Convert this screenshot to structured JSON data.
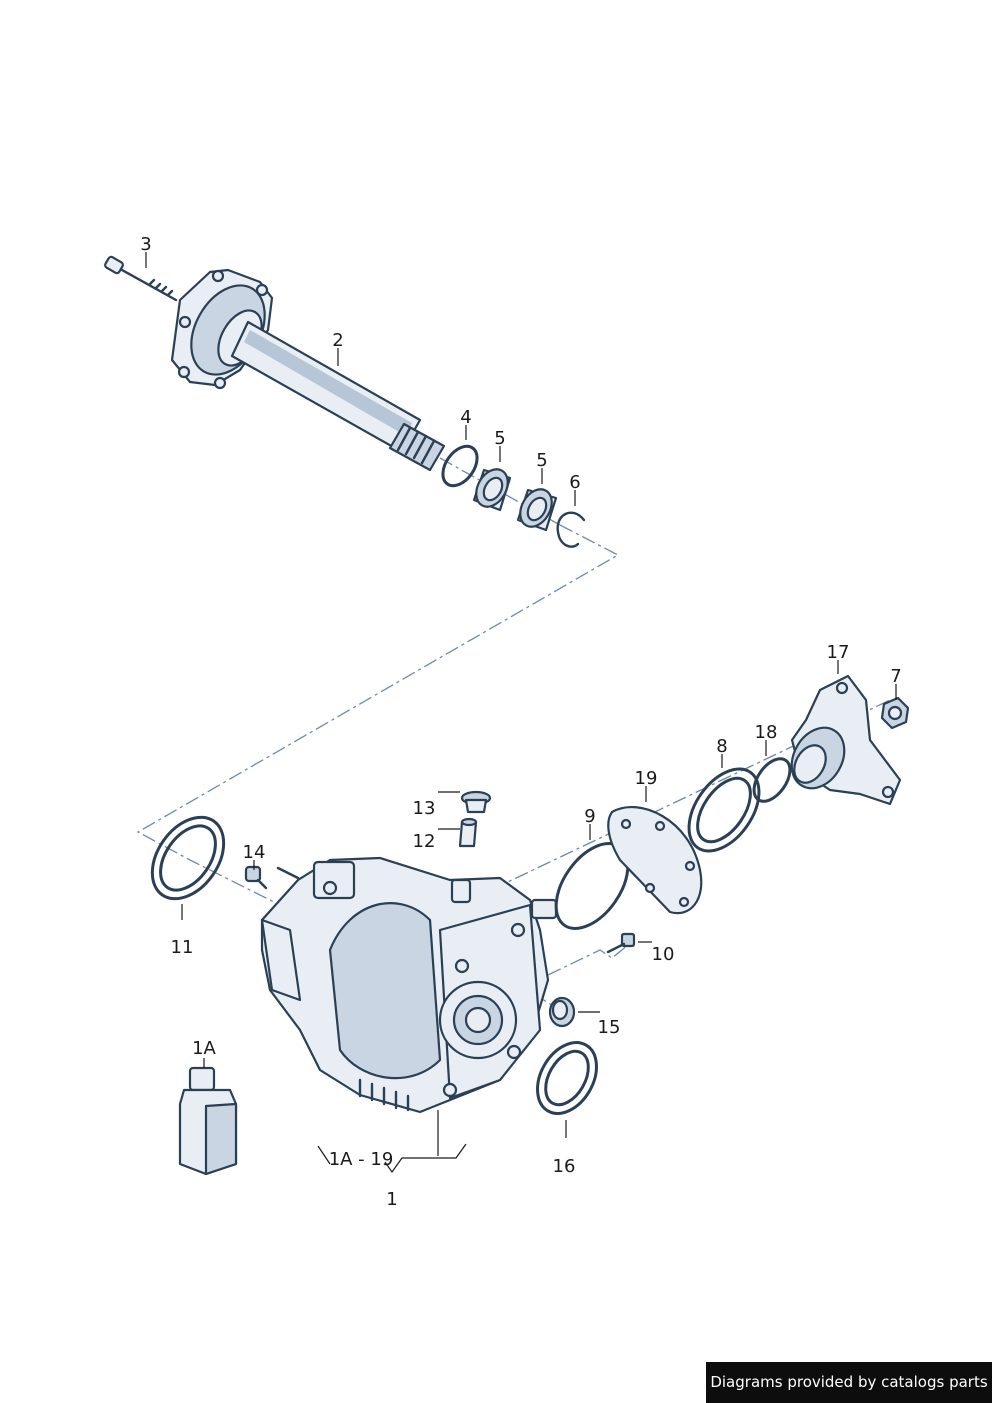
{
  "labels": {
    "l1": "1",
    "l1a": "1A",
    "l1a19": "1A - 19",
    "l2": "2",
    "l3": "3",
    "l4": "4",
    "l5a": "5",
    "l5b": "5",
    "l6": "6",
    "l7": "7",
    "l8": "8",
    "l9": "9",
    "l10": "10",
    "l11": "11",
    "l12": "12",
    "l13": "13",
    "l14": "14",
    "l15": "15",
    "l16": "16",
    "l17": "17",
    "l18": "18",
    "l19": "19"
  },
  "footer": {
    "credit": "Diagrams provided by catalogs parts"
  },
  "colors": {
    "outline": "#2b3f55",
    "part_fill": "#e8eef4",
    "part_shade": "#c9d5e2",
    "axis_line": "#6f8aa6",
    "credit_bg": "#0d0d0d"
  }
}
